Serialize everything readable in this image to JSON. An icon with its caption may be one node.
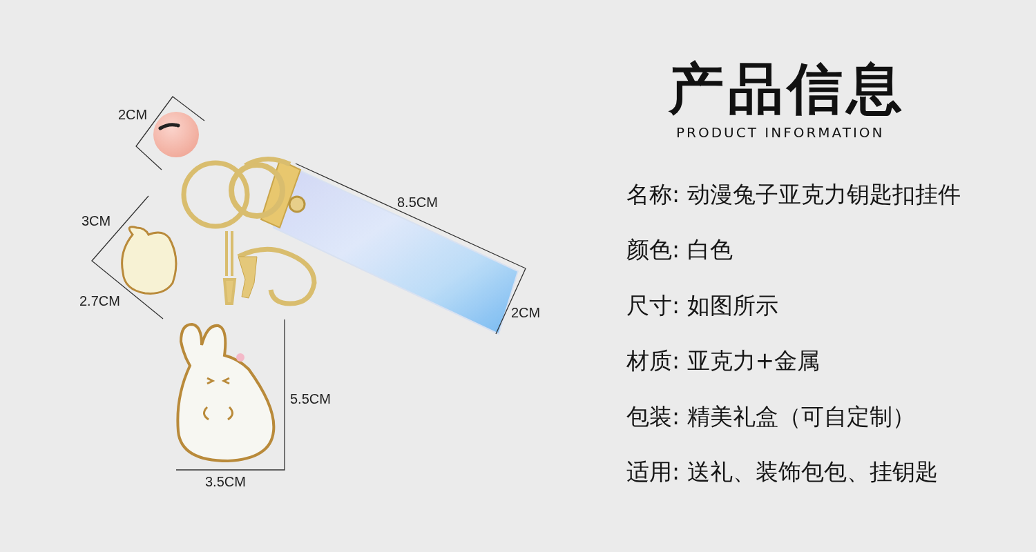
{
  "diagram": {
    "title": "产品信息",
    "labels": [
      "PRODUCT INFORMATION",
      "2CM",
      "8.5CM",
      "3CM",
      "2.7CM",
      "2CM",
      "5.5CM",
      "3.5CM",
      "名称: 动漫兔子亚克力钥匙扣挂件",
      "颜色: 白色",
      "尺寸: 如图所示",
      "材质: 亚克力+金属",
      "包装: 精美礼盒（可自定制）",
      "适用: 送礼、装饰包包、挂钥匙"
    ]
  }
}
